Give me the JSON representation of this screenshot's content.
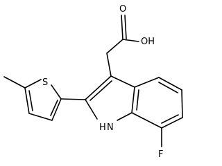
{
  "molecule": {
    "atoms": {
      "hydroxyl": "OH",
      "carbonyl_oxygen": "O",
      "sulfur": "S",
      "nitrogen_h": "H",
      "nitrogen": "N",
      "fluorine": "F"
    },
    "colors": {
      "bond": "#000000",
      "label": "#000000",
      "background": "#ffffff"
    }
  }
}
